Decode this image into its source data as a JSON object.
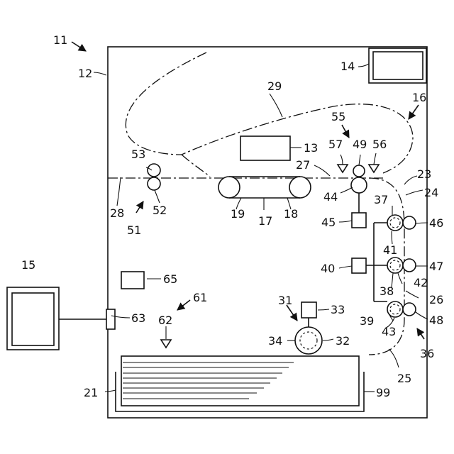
{
  "labels": {
    "n11": "11",
    "n12": "12",
    "n13": "13",
    "n14": "14",
    "n15": "15",
    "n16": "16",
    "n17": "17",
    "n18": "18",
    "n19": "19",
    "n21": "21",
    "n23": "23",
    "n24": "24",
    "n25": "25",
    "n26": "26",
    "n27": "27",
    "n28": "28",
    "n29": "29",
    "n31": "31",
    "n32": "32",
    "n33": "33",
    "n34": "34",
    "n36": "36",
    "n37": "37",
    "n38": "38",
    "n39": "39",
    "n40": "40",
    "n41": "41",
    "n42": "42",
    "n43": "43",
    "n44": "44",
    "n45": "45",
    "n46": "46",
    "n47": "47",
    "n48": "48",
    "n49": "49",
    "n51": "51",
    "n52": "52",
    "n53": "53",
    "n55": "55",
    "n56": "56",
    "n57": "57",
    "n61": "61",
    "n62": "62",
    "n63": "63",
    "n65": "65",
    "n99": "99"
  }
}
